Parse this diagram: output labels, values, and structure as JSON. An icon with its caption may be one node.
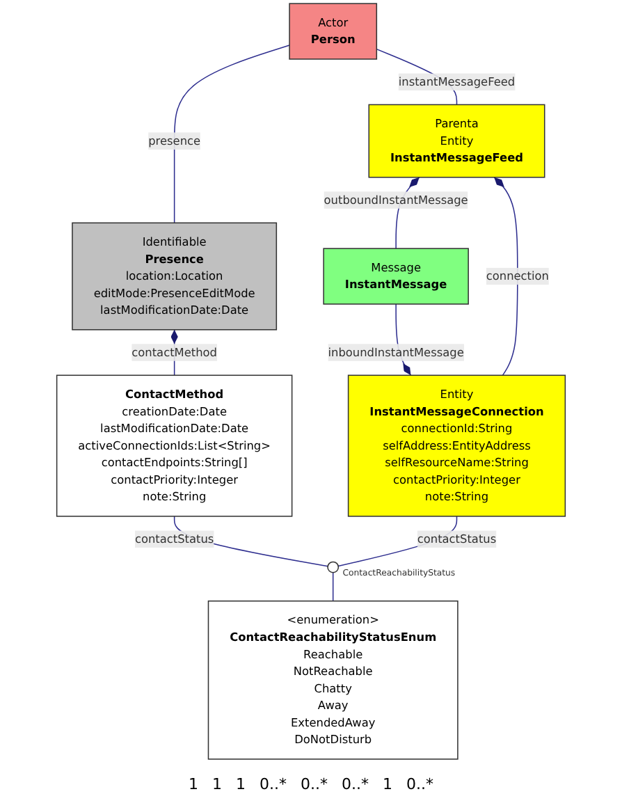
{
  "diagram": {
    "nodes": [
      {
        "text": [
          "Actor",
          "Person"
        ]
      },
      {
        "text": [
          "Identifiable",
          "Presence",
          "location:Location",
          "editMode:PresenceEditMode",
          "lastModificationDate:Date"
        ]
      },
      {
        "text": [
          "Parenta",
          "Entity",
          "InstantMessageFeed"
        ]
      },
      {
        "text": [
          "ContactMethod",
          "creationDate:Date",
          "lastModificationDate:Date",
          "activeConnectionIds:List<String>",
          "contactEndpoints:String[]",
          "contactPriority:Integer",
          "note:String"
        ]
      },
      {
        "text": [
          "Message",
          "InstantMessage"
        ]
      },
      {
        "text": [],
        "shape": "circle",
        "beside": [
          "ContactReachabilityStatus"
        ]
      },
      {
        "text": [
          "Entity",
          "InstantMessageConnection",
          "connectionId:String",
          "selfAddress:EntityAddress",
          "selfResourceName:String",
          "contactPriority:Integer",
          "note:String"
        ]
      },
      {
        "text": [
          "<enumeration>",
          "ContactReachabilityStatusEnum",
          "Reachable",
          "NotReachable",
          "Chatty",
          "Away",
          "ExtendedAway",
          "DoNotDisturb"
        ]
      }
    ],
    "edges": [
      {
        "from": 0,
        "to": 1,
        "arrow": "none",
        "label": "presence"
      },
      {
        "from": 0,
        "to": 2,
        "arrow": "none",
        "label": "instantMessageFeed"
      },
      {
        "from": 1,
        "to": 3,
        "arrow": "other",
        "label": "contactMethod"
      },
      {
        "from": 2,
        "to": 4,
        "arrow": "other",
        "label": "outboundInstantMessage"
      },
      {
        "from": 4,
        "to": 6,
        "arrow": "other",
        "label": "inboundInstantMessage"
      },
      {
        "from": 2,
        "to": 6,
        "arrow": "other",
        "label": "connection"
      },
      {
        "from": 3,
        "to": 5,
        "arrow": "none",
        "label": "contactStatus"
      },
      {
        "from": 6,
        "to": 5,
        "arrow": "none",
        "label": "contactStatus"
      },
      {
        "from": 5,
        "to": 7,
        "arrow": "none"
      }
    ],
    "labels": [
      "1",
      "1",
      "1",
      "0..*",
      "0..*",
      "0..*",
      "1",
      "0..*"
    ]
  }
}
